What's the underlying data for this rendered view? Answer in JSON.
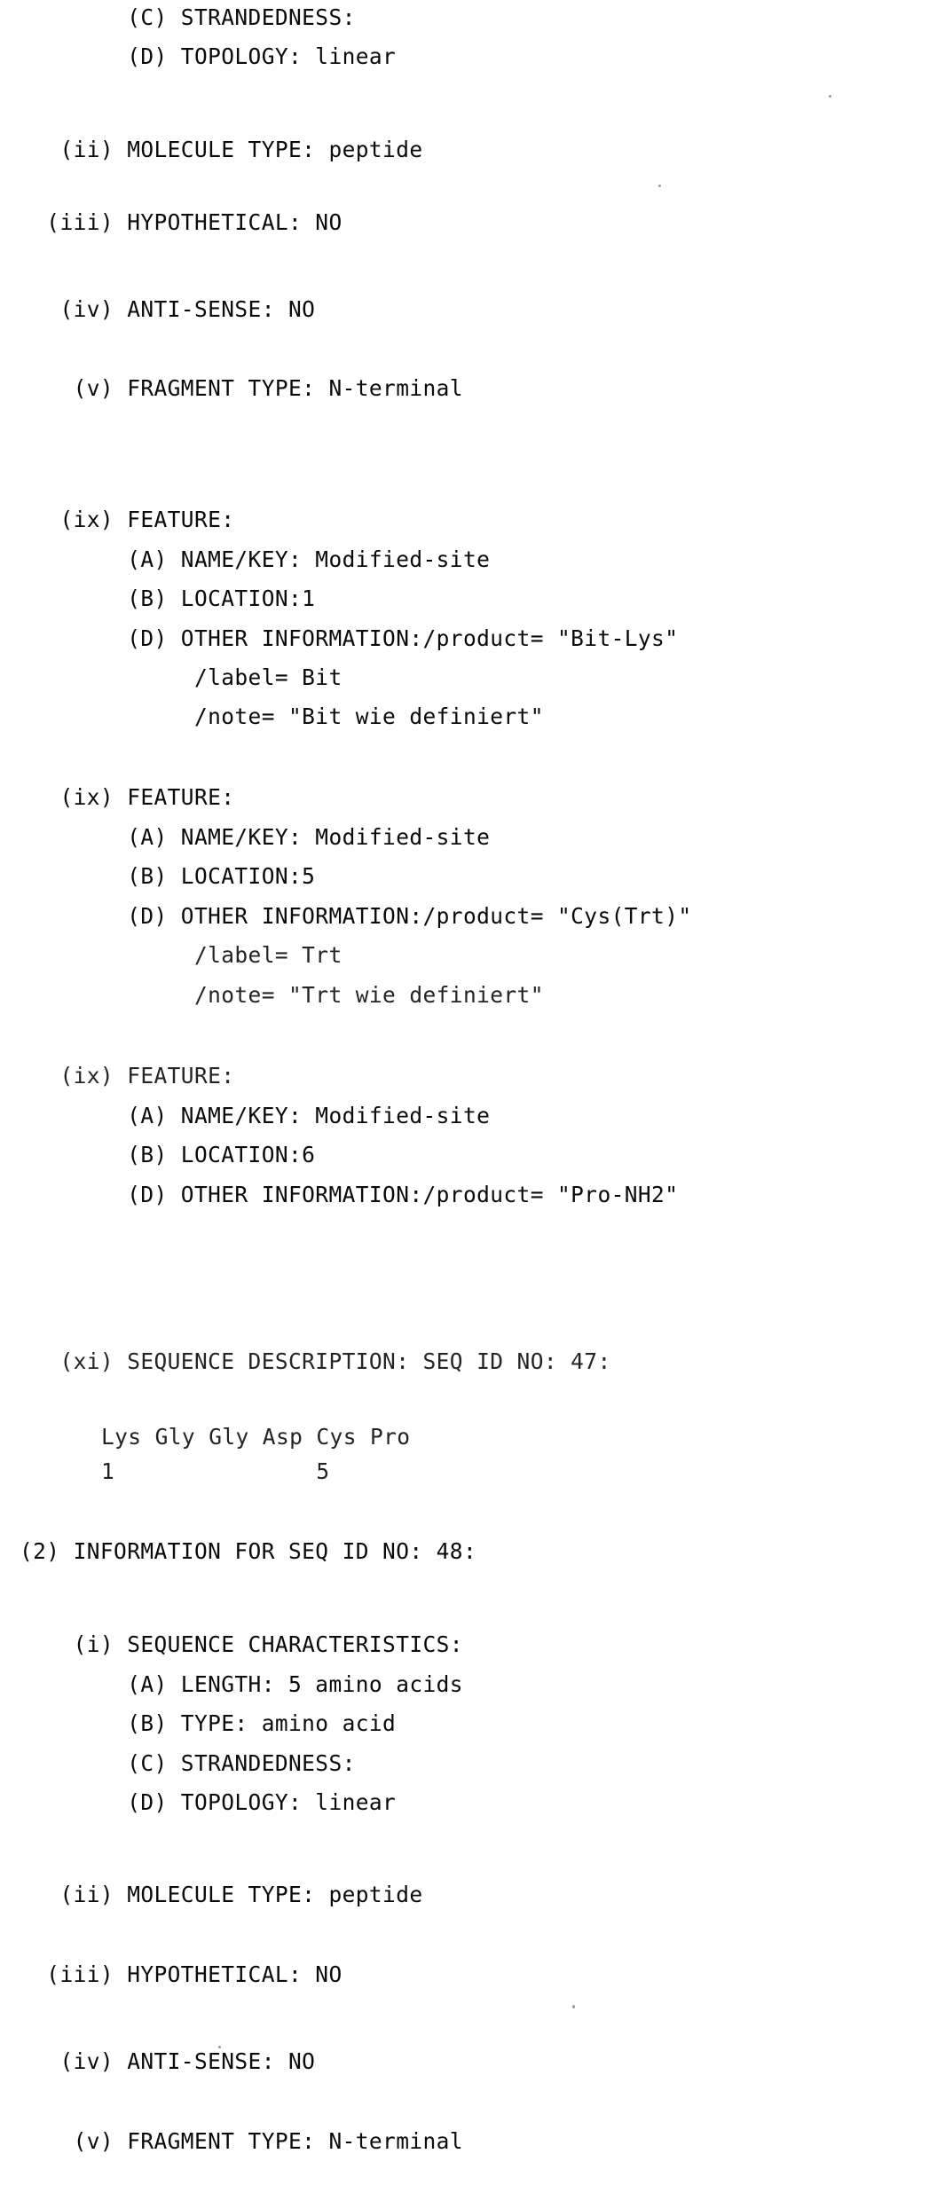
{
  "document": {
    "type": "patent-sequence-listing",
    "page_background": "#ffffff",
    "text_color": "#131313"
  },
  "seq47": {
    "characteristics": {
      "strandedness": "        (C) STRANDEDNESS:",
      "topology": "        (D) TOPOLOGY: linear"
    },
    "molecule_type": "   (ii) MOLECULE TYPE: peptide",
    "hypothetical": "  (iii) HYPOTHETICAL: NO",
    "anti_sense": "   (iv) ANTI-SENSE: NO",
    "fragment_type": "    (v) FRAGMENT TYPE: N-terminal",
    "features": [
      {
        "header": "   (ix) FEATURE:",
        "name_key": "        (A) NAME/KEY: Modified-site",
        "location": "        (B) LOCATION:1",
        "other_information": "        (D) OTHER INFORMATION:/product= \"Bit-Lys\"",
        "label": "             /label= Bit",
        "note": "             /note= \"Bit wie definiert\""
      },
      {
        "header": "   (ix) FEATURE:",
        "name_key": "        (A) NAME/KEY: Modified-site",
        "location": "        (B) LOCATION:5",
        "other_information": "        (D) OTHER INFORMATION:/product= \"Cys(Trt)\"",
        "label": "             /label= Trt",
        "note": "             /note= \"Trt wie definiert\""
      },
      {
        "header": "   (ix) FEATURE:",
        "name_key": "        (A) NAME/KEY: Modified-site",
        "location": "        (B) LOCATION:6",
        "other_information": "        (D) OTHER INFORMATION:/product= \"Pro-NH2\"",
        "label": "",
        "note": ""
      }
    ],
    "sequence_description": "   (xi) SEQUENCE DESCRIPTION: SEQ ID NO: 47:",
    "sequence_residues": "Lys Gly Gly Asp Cys Pro",
    "sequence_numbering": "1               5"
  },
  "seq48": {
    "information_header": "(2) INFORMATION FOR SEQ ID NO: 48:",
    "characteristics": {
      "header": "    (i) SEQUENCE CHARACTERISTICS:",
      "length": "        (A) LENGTH: 5 amino acids",
      "type": "        (B) TYPE: amino acid",
      "strandedness": "        (C) STRANDEDNESS:",
      "topology": "        (D) TOPOLOGY: linear"
    },
    "molecule_type": "   (ii) MOLECULE TYPE: peptide",
    "hypothetical": "  (iii) HYPOTHETICAL: NO",
    "anti_sense": "   (iv) ANTI-SENSE: NO",
    "fragment_type": "    (v) FRAGMENT TYPE: N-terminal"
  }
}
